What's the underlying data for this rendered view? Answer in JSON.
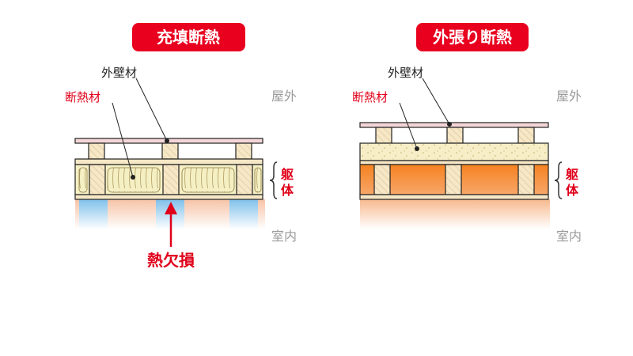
{
  "left_panel": {
    "title": "充填断熱",
    "exterior_wall_label": "外壁材",
    "insulation_label": "断熱材",
    "outside_label": "屋外",
    "structure_label": [
      "躯",
      "体"
    ],
    "inside_label": "室内",
    "heat_loss_label": "熱欠損"
  },
  "right_panel": {
    "title": "外張り断熱",
    "exterior_wall_label": "外壁材",
    "insulation_label": "断熱材",
    "outside_label": "屋外",
    "structure_label": [
      "躯",
      "体"
    ],
    "inside_label": "室内"
  },
  "colors": {
    "title_bg": "#e8001e",
    "title_text": "#ffffff",
    "red_label": "#e0001a",
    "gray_label": "#9a9a9a",
    "dark_label": "#222222",
    "wood": "#f6e7c6",
    "wall_pink": "#f4d6d8",
    "insulation_yellow": "#f5efc4",
    "warm_orange": "#f28a2e",
    "cold_blue": "#8fc8ec"
  }
}
